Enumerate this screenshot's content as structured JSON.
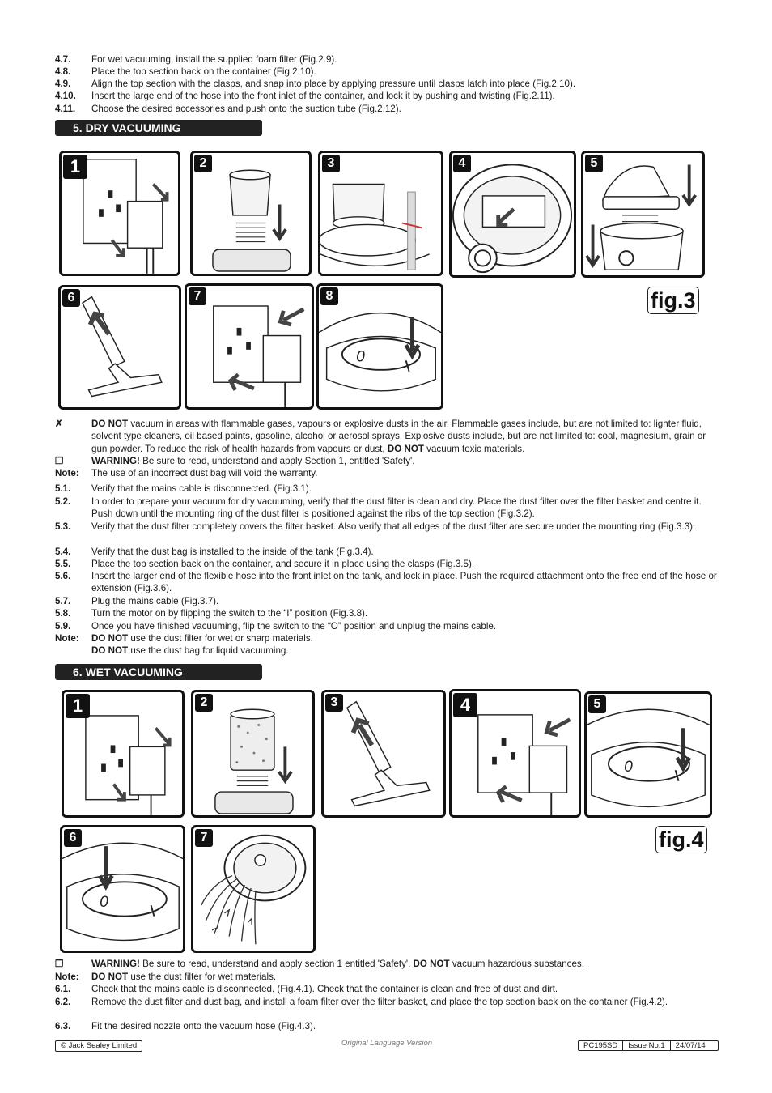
{
  "intro_steps": [
    {
      "num": "4.7.",
      "text": "For wet vacuuming, install the supplied foam filter (Fig.2.9)."
    },
    {
      "num": "4.8.",
      "text": "Place the top section back on the container (Fig.2.10)."
    },
    {
      "num": "4.9.",
      "text": "Align the top section with the clasps, and snap into place by applying pressure until clasps latch into place (Fig.2.10)."
    },
    {
      "num": "4.10.",
      "text": "Insert the large end of the hose into the front inlet of the container, and lock it by pushing and twisting (Fig.2.11)."
    },
    {
      "num": "4.11.",
      "text": "Choose the desired accessories and push onto the suction tube (Fig.2.12)."
    }
  ],
  "section5": {
    "heading": "5.  DRY VACUUMING",
    "figure_label": "fig.3",
    "panel_numbers": [
      "1",
      "2",
      "3",
      "4",
      "5",
      "6",
      "7",
      "8"
    ],
    "warn1": {
      "mark": "✗",
      "bold": "DO NOT",
      "text": " vacuum in areas with flammable gases, vapours or explosive dusts in the air. Flammable gases include, but are not limited to: lighter fluid, solvent type cleaners, oil based paints, gasoline, alcohol or aerosol sprays. Explosive dusts include, but are not limited to: coal, magnesium, grain or gun powder. To reduce the risk of health hazards from vapours or dust, ",
      "bold2": "DO NOT",
      "text2": " vacuum toxic materials."
    },
    "warn2": {
      "mark": "❐",
      "bold": "WARNING!",
      "text": " Be sure to read, understand and apply Section 1, entitled 'Safety'."
    },
    "note1": {
      "label": "Note:",
      "text": "The use of an incorrect dust bag will void the warranty."
    },
    "steps": [
      {
        "num": "5.1.",
        "text": "Verify that the mains cable is disconnected. (Fig.3.1)."
      },
      {
        "num": "5.2.",
        "text": "In order to prepare your vacuum for dry vacuuming, verify that the dust filter is clean and dry. Place the dust filter over the filter basket and centre it. Push down until the mounting ring of the dust filter is positioned against the ribs of the top section (Fig.3.2)."
      },
      {
        "num": "5.3.",
        "text": "Verify that the dust filter completely covers the filter basket. Also verify that all edges of the dust filter are secure under the mounting ring (Fig.3.3)."
      },
      {
        "num": "5.4.",
        "text": "Verify that the dust bag is installed to the inside of the tank (Fig.3.4)."
      },
      {
        "num": "5.5.",
        "text": "Place the top section back on the container, and secure it in place using the clasps (Fig.3.5)."
      },
      {
        "num": "5.6.",
        "text": "Insert the larger end of the flexible hose into the front inlet on the tank, and lock in place. Push the required attachment onto the free end of the hose or extension (Fig.3.6)."
      },
      {
        "num": "5.7.",
        "text": "Plug the mains cable (Fig.3.7)."
      },
      {
        "num": "5.8.",
        "text": "Turn the motor on by flipping the switch to the “I” position (Fig.3.8)."
      },
      {
        "num": "5.9.",
        "text": "Once you have finished vacuuming, flip the switch to the “O” position and unplug the mains cable."
      }
    ],
    "note2": {
      "label": "Note:",
      "bold_a": "DO NOT",
      "text_a": " use the dust filter for wet or sharp materials.",
      "bold_b": "DO NOT",
      "text_b": " use the dust bag for liquid vacuuming."
    }
  },
  "section6": {
    "heading": "6.  WET VACUUMING",
    "figure_label": "fig.4",
    "panel_numbers": [
      "1",
      "2",
      "3",
      "4",
      "5",
      "6",
      "7"
    ],
    "warn1": {
      "mark": "❐",
      "bold": "WARNING!",
      "text": " Be sure to read, understand and apply section 1 entitled 'Safety'. ",
      "bold2": "DO NOT",
      "text2": " vacuum hazardous substances."
    },
    "note1": {
      "label": "Note:",
      "bold": "DO NOT",
      "text": " use the dust filter for wet materials."
    },
    "steps": [
      {
        "num": "6.1.",
        "text": "Check that the mains cable is disconnected. (Fig.4.1). Check that the container is clean and free of dust and dirt."
      },
      {
        "num": "6.2.",
        "text": "Remove the dust filter and dust bag, and install a foam filter over the filter basket, and place the top section back on the container (Fig.4.2)."
      },
      {
        "num": "6.3.",
        "text": "Fit the desired nozzle onto the vacuum hose (Fig.4.3)."
      }
    ]
  },
  "footer": {
    "copyright": "© Jack Sealey Limited",
    "center": "Original Language Version",
    "model": "PC195SD",
    "issue": "Issue No.1",
    "date": "24/07/14"
  }
}
